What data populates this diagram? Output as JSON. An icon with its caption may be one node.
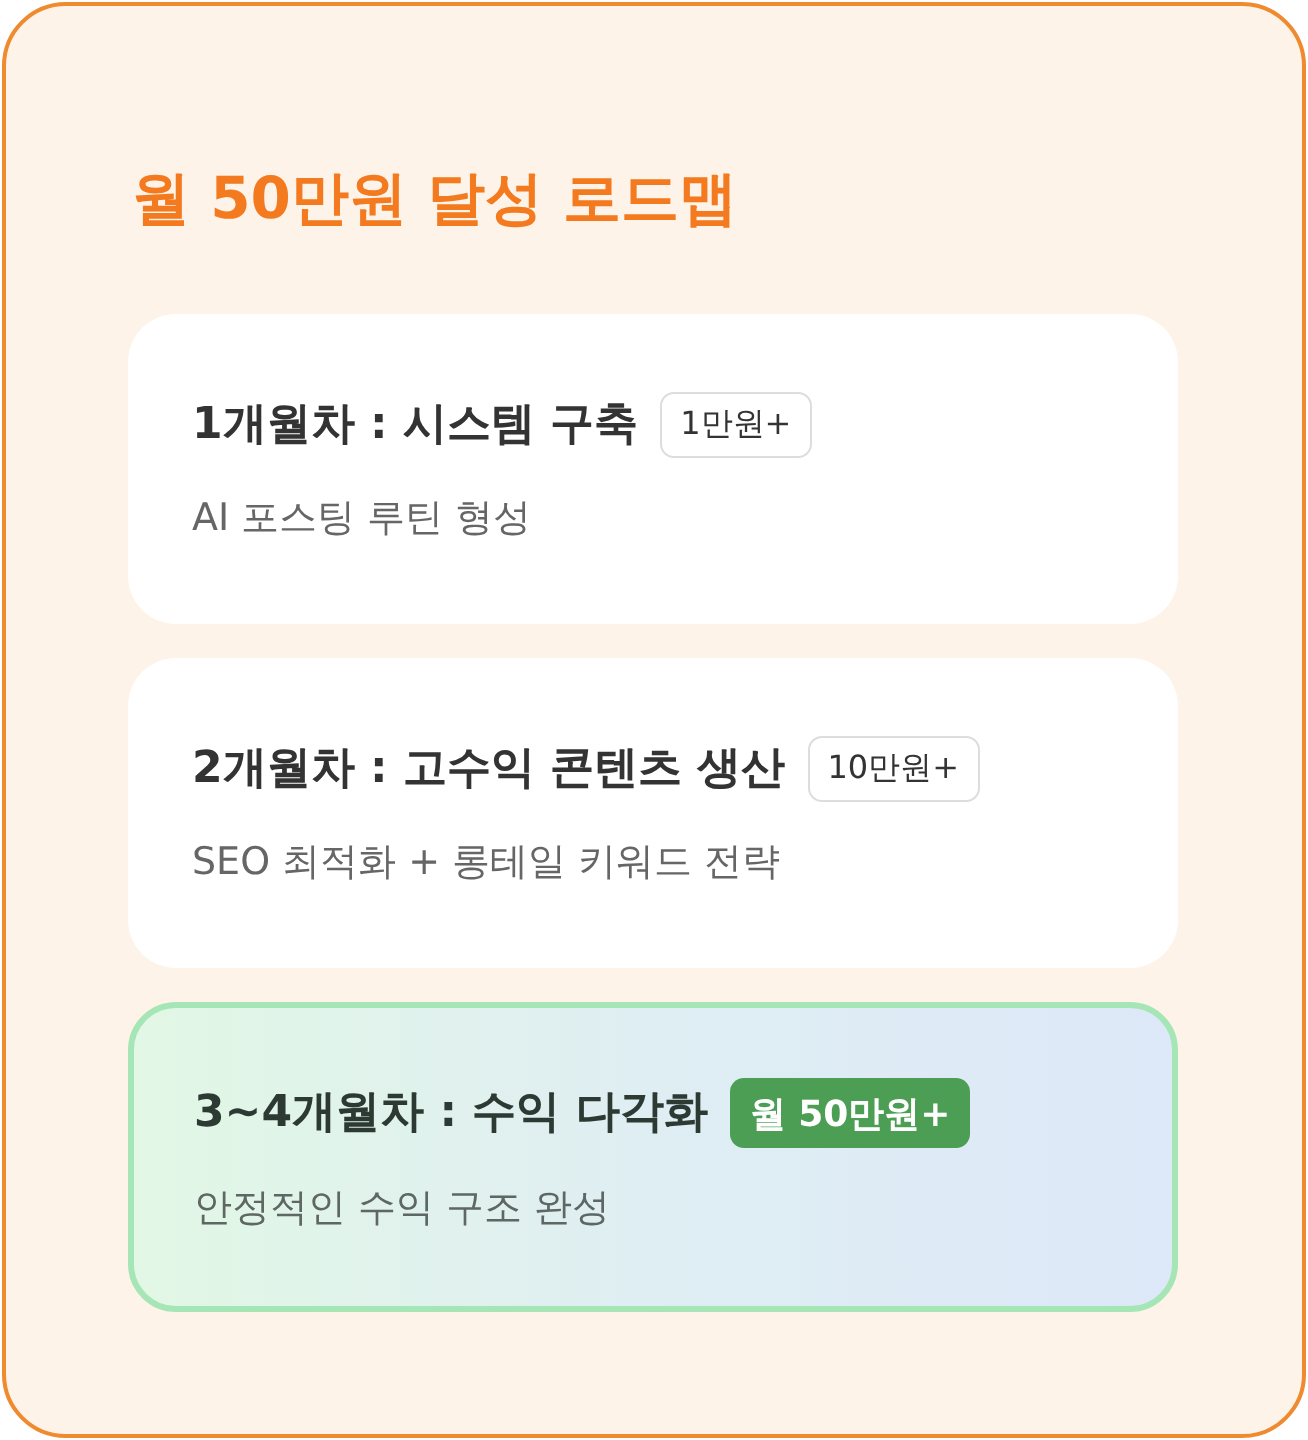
{
  "diagram": {
    "nodes": [
      {
        "text": [
          "월 50만원 달성 로드맵"
        ]
      },
      {
        "text": [
          "1개월차 : 시스템 구축",
          "AI 포스팅 루틴 형성"
        ],
        "in": 0
      },
      {
        "text": [
          "1만원+"
        ],
        "in": 1
      },
      {
        "text": [
          "2개월차 : 고수익 콘텐츠 생산",
          "SEO 최적화 + 롱테일 키워드 전략"
        ],
        "in": 0
      },
      {
        "text": [
          "10만원+"
        ],
        "in": 3
      },
      {
        "text": [
          "3~4개월차 : 수익 다각화",
          "안정적인 수익 구조 완성"
        ],
        "in": 0
      },
      {
        "text": [
          "월 50만원+"
        ],
        "in": 5
      }
    ]
  }
}
